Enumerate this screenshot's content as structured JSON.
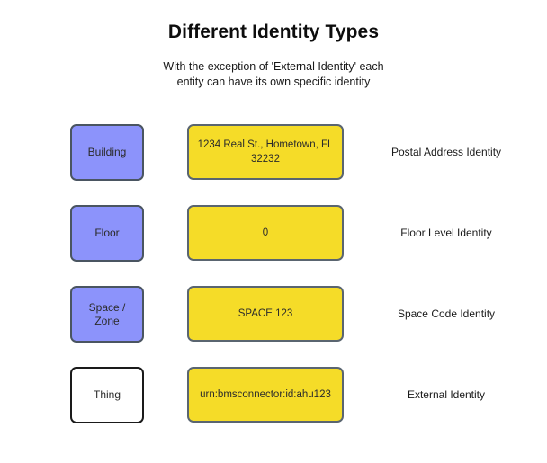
{
  "header": {
    "title": "Different Identity Types",
    "subtitle_line1": "With the exception of 'External Identity' each",
    "subtitle_line2": "entity can have its own specific identity"
  },
  "colors": {
    "entity_fill": "#8c93fb",
    "entity_border": "#4a5561",
    "value_fill": "#f5dc28",
    "value_border": "#5a6570",
    "plain_fill": "#ffffff",
    "plain_border": "#1a1a1a",
    "text": "#1a1a1a",
    "background": "#ffffff"
  },
  "rows": [
    {
      "entity": "Building",
      "entity_style": "filled",
      "value": "1234 Real St., Hometown, FL 32232",
      "identity": "Postal Address Identity"
    },
    {
      "entity": "Floor",
      "entity_style": "filled",
      "value": "0",
      "identity": "Floor Level Identity"
    },
    {
      "entity": "Space /\nZone",
      "entity_style": "filled",
      "value": "SPACE 123",
      "identity": "Space Code Identity"
    },
    {
      "entity": "Thing",
      "entity_style": "plain",
      "value": "urn:bmsconnector:id:ahu123",
      "identity": "External Identity"
    }
  ]
}
